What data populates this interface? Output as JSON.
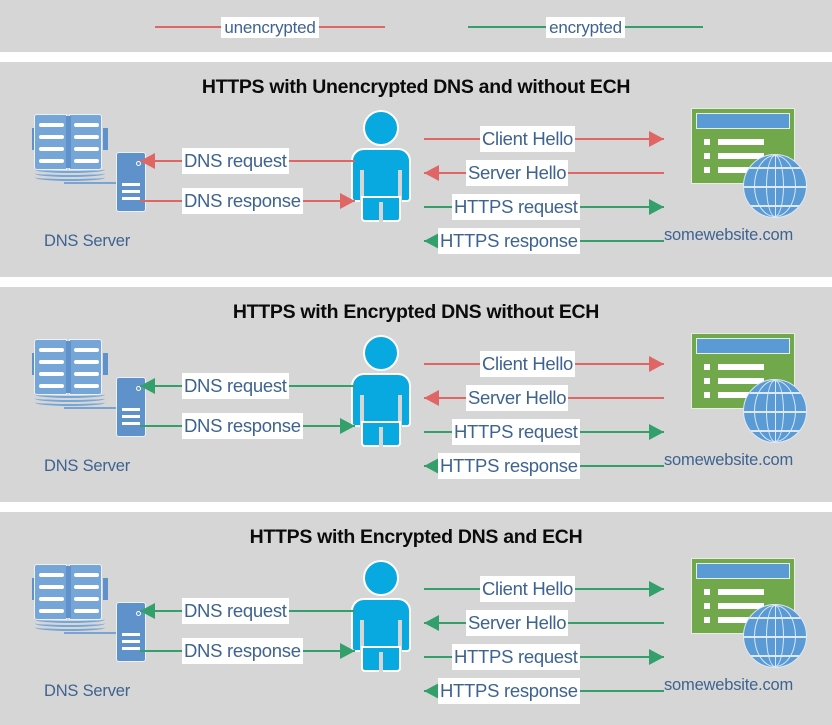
{
  "legend": {
    "items": [
      {
        "label": "unencrypted",
        "color": "#e06666",
        "icon": "line-swatch-red"
      },
      {
        "label": "encrypted",
        "color": "#33a06b",
        "icon": "line-swatch-green"
      }
    ]
  },
  "colors": {
    "unencrypted": "#e06666",
    "encrypted": "#33a06b",
    "panel_background": "#d6d6d6",
    "label_text": "#3e6390",
    "title_text": "#0b0b0b",
    "person": "#08a8e0",
    "server_blue": "#5f92cb",
    "website_green": "#72a84c",
    "titlebar_blue": "#5b9bd5"
  },
  "panels": [
    {
      "title": "HTTPS with Unencrypted DNS and without ECH",
      "dns_server_label": "DNS Server",
      "website_label": "somewebsite.com",
      "dns_messages": [
        {
          "label": "DNS request",
          "direction": "left",
          "encrypted": false
        },
        {
          "label": "DNS response",
          "direction": "right",
          "encrypted": false
        }
      ],
      "web_messages": [
        {
          "label": "Client Hello",
          "direction": "right",
          "encrypted": false
        },
        {
          "label": "Server Hello",
          "direction": "left",
          "encrypted": false
        },
        {
          "label": "HTTPS request",
          "direction": "right",
          "encrypted": true
        },
        {
          "label": "HTTPS response",
          "direction": "left",
          "encrypted": true
        }
      ]
    },
    {
      "title": "HTTPS with Encrypted DNS without ECH",
      "dns_server_label": "DNS Server",
      "website_label": "somewebsite.com",
      "dns_messages": [
        {
          "label": "DNS request",
          "direction": "left",
          "encrypted": true
        },
        {
          "label": "DNS response",
          "direction": "right",
          "encrypted": true
        }
      ],
      "web_messages": [
        {
          "label": "Client Hello",
          "direction": "right",
          "encrypted": false
        },
        {
          "label": "Server Hello",
          "direction": "left",
          "encrypted": false
        },
        {
          "label": "HTTPS request",
          "direction": "right",
          "encrypted": true
        },
        {
          "label": "HTTPS response",
          "direction": "left",
          "encrypted": true
        }
      ]
    },
    {
      "title": "HTTPS with Encrypted DNS and ECH",
      "dns_server_label": "DNS Server",
      "website_label": "somewebsite.com",
      "dns_messages": [
        {
          "label": "DNS request",
          "direction": "left",
          "encrypted": true
        },
        {
          "label": "DNS response",
          "direction": "right",
          "encrypted": true
        }
      ],
      "web_messages": [
        {
          "label": "Client Hello",
          "direction": "right",
          "encrypted": true
        },
        {
          "label": "Server Hello",
          "direction": "left",
          "encrypted": true
        },
        {
          "label": "HTTPS request",
          "direction": "right",
          "encrypted": true
        },
        {
          "label": "HTTPS response",
          "direction": "left",
          "encrypted": true
        }
      ]
    }
  ]
}
